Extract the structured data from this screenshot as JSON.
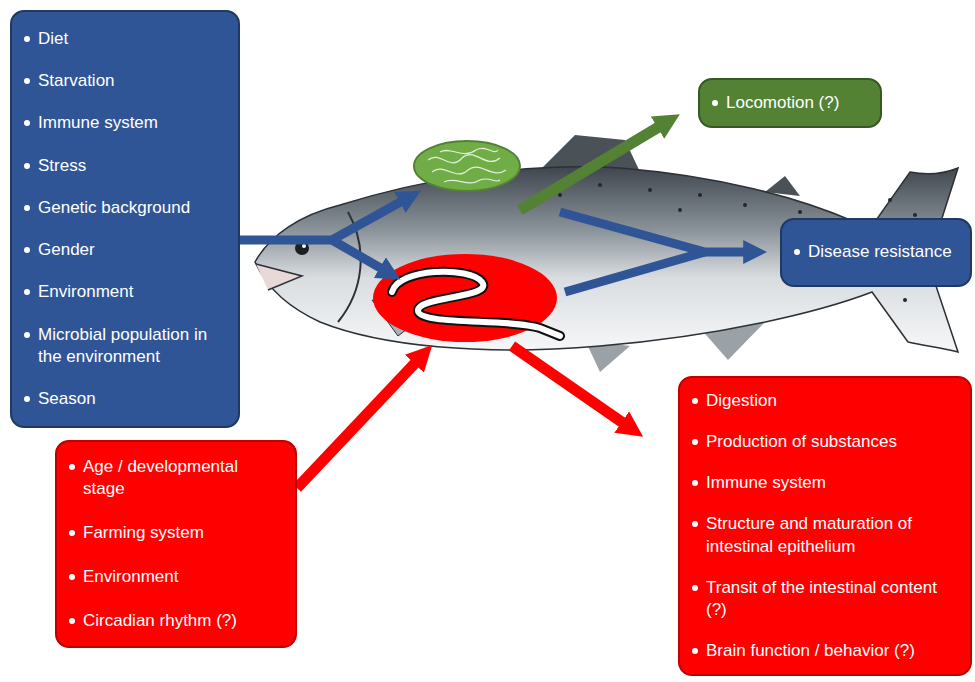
{
  "diagram": {
    "nodes": [
      {
        "text": [
          "Diet",
          "Starvation",
          "Immune system",
          "Stress",
          "Genetic background",
          "Gender",
          "Environment",
          "Microbial population in the environment",
          "Season"
        ]
      },
      {
        "text": [
          "Locomotion (?)"
        ]
      },
      {
        "text": [
          "Disease resistance"
        ]
      },
      {
        "text": [
          "Age / developmental stage",
          "Farming system",
          "Environment",
          "Circadian rhythm (?)"
        ]
      },
      {
        "text": [
          "Digestion",
          "Production of substances",
          "Immune system",
          "Structure and maturation of intestinal epithelium",
          "Transit of the intestinal content (?)",
          "Brain function / behavior (?)"
        ]
      }
    ]
  }
}
